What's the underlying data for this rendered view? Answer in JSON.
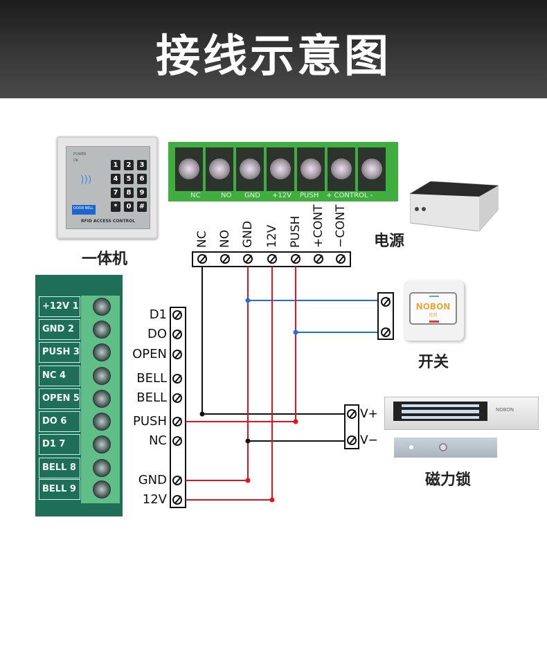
{
  "header": {
    "title": "接线示意图"
  },
  "keypad": {
    "caption": "一体机",
    "power": "POWER",
    "ok": "OK",
    "keys": [
      "1",
      "2",
      "3",
      "4",
      "5",
      "6",
      "7",
      "8",
      "9",
      "*",
      "0",
      "#"
    ],
    "doorbell": "DOOR BELL",
    "footer": "RFID ACCESS CONTROL"
  },
  "power_board": {
    "labels": [
      "NC",
      "NO",
      "GND",
      "+12V",
      "PUSH",
      "+ CONTROL -"
    ]
  },
  "power_supply": {
    "caption": "电源",
    "terminals": [
      "NC",
      "NO",
      "GND",
      "12V",
      "PUSH",
      "+CONT",
      "−CONT"
    ]
  },
  "controller_board": {
    "labels": [
      "+12V 1",
      "GND 2",
      "PUSH 3",
      "NC 4",
      "OPEN 5",
      "DO 6",
      "D1 7",
      "BELL 8",
      "BELL 9"
    ]
  },
  "controller_terminals": [
    "D1",
    "DO",
    "OPEN",
    "BELL",
    "BELL",
    "PUSH",
    "NC",
    "GND",
    "12V"
  ],
  "switch": {
    "caption": "开关",
    "brand": "NOBON",
    "brand_cn": "伦邦"
  },
  "lock": {
    "caption": "磁力锁",
    "brand": "NOBON",
    "terminals": [
      "V+",
      "V−"
    ]
  },
  "colors": {
    "red": "#e8101a",
    "blue": "#1e6fe0",
    "black": "#111111"
  }
}
